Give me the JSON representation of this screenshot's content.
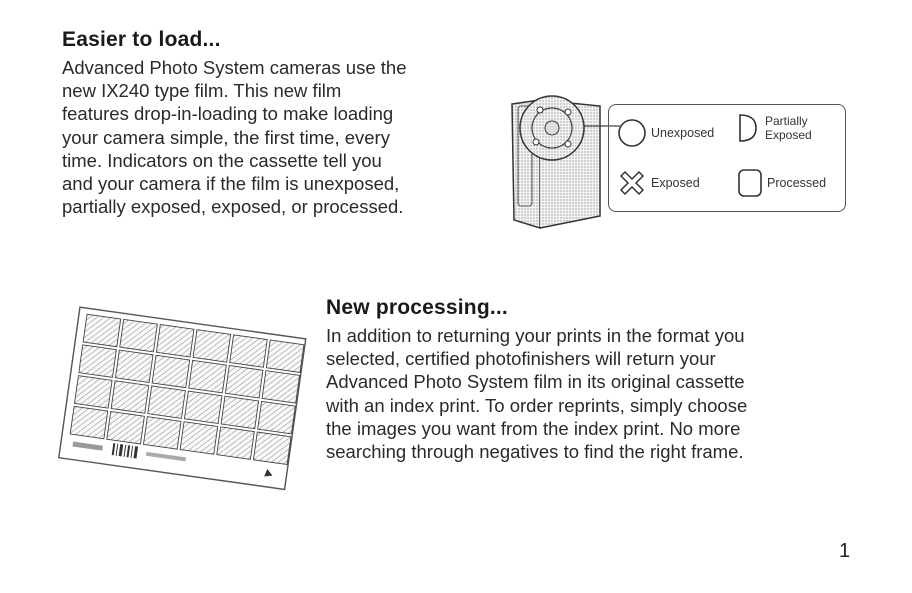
{
  "section_load": {
    "heading": "Easier to load...",
    "lines": [
      "Advanced Photo System cameras use the",
      "new IX240 type film. This new film",
      "features drop-in-loading to make loading",
      "your camera simple, the first time, every",
      "time. Indicators on the cassette tell you",
      "and your camera if the film is unexposed,",
      "partially exposed, exposed, or processed."
    ]
  },
  "indicator_legend": {
    "unexposed": "Unexposed",
    "partially_line1": "Partially",
    "partially_line2": "Exposed",
    "exposed": "Exposed",
    "processed": "Processed"
  },
  "section_processing": {
    "heading": "New processing...",
    "lines": [
      "In addition to returning your prints in the format you",
      "selected, certified photofinishers will return your",
      "Advanced Photo System film in its original cassette",
      "with an index print. To order reprints, simply choose",
      "the images you want from the index print. No more",
      "searching through negatives to find the right frame."
    ]
  },
  "page_number": "1"
}
